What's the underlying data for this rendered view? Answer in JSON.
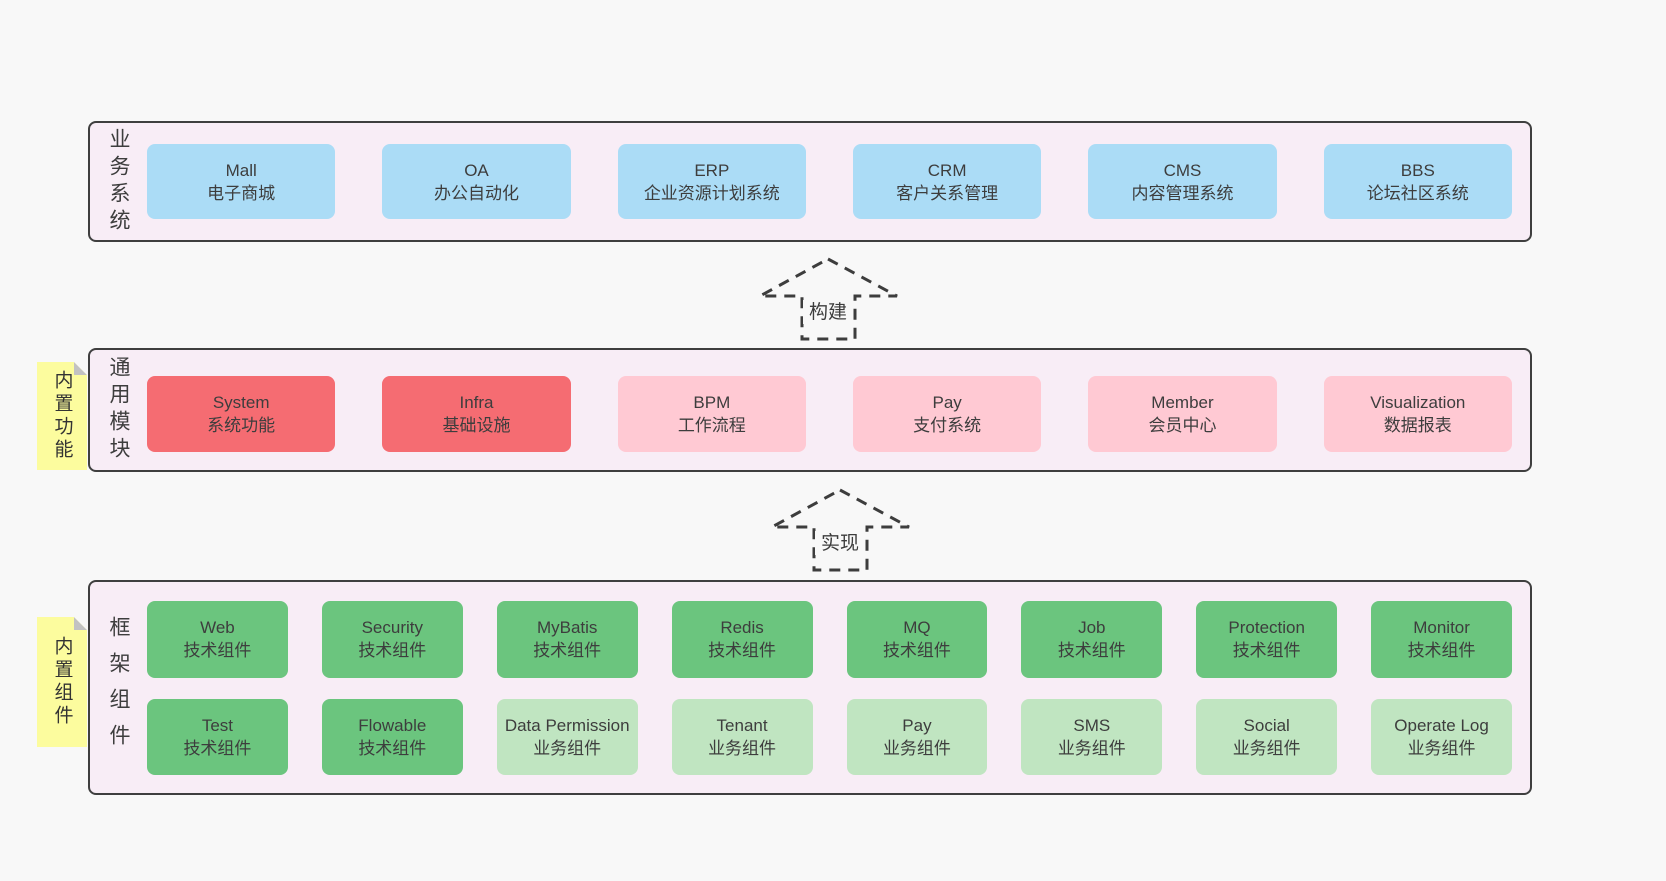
{
  "colors": {
    "page_bg": "#f8f8f8",
    "panel_bg": "#f8edf6",
    "panel_border": "#3f3f3f",
    "blue_box": "#abdcf6",
    "red_box": "#f56c72",
    "pink_box": "#ffc9d3",
    "green_dark_box": "#6bc57e",
    "green_light_box": "#c0e5c1",
    "sticky_yellow": "#fcfc9e",
    "sticky_fold_gray": "#c2c2c2",
    "text": "#3d3d3d"
  },
  "arrows": [
    {
      "label": "构建"
    },
    {
      "label": "实现"
    }
  ],
  "sections": {
    "business": {
      "side_label": "业务系统",
      "boxes": [
        {
          "title": "Mall",
          "subtitle": "电子商城"
        },
        {
          "title": "OA",
          "subtitle": "办公自动化"
        },
        {
          "title": "ERP",
          "subtitle": "企业资源计划系统"
        },
        {
          "title": "CRM",
          "subtitle": "客户关系管理"
        },
        {
          "title": "CMS",
          "subtitle": "内容管理系统"
        },
        {
          "title": "BBS",
          "subtitle": "论坛社区系统"
        }
      ]
    },
    "common": {
      "side_label": "通用模块",
      "sticky_label": "内置功能",
      "boxes": [
        {
          "title": "System",
          "subtitle": "系统功能"
        },
        {
          "title": "Infra",
          "subtitle": "基础设施"
        },
        {
          "title": "BPM",
          "subtitle": "工作流程"
        },
        {
          "title": "Pay",
          "subtitle": "支付系统"
        },
        {
          "title": "Member",
          "subtitle": "会员中心"
        },
        {
          "title": "Visualization",
          "subtitle": "数据报表"
        }
      ]
    },
    "framework": {
      "side_label": "框架组件",
      "sticky_label": "内置组件",
      "rows": [
        [
          {
            "title": "Web",
            "subtitle": "技术组件"
          },
          {
            "title": "Security",
            "subtitle": "技术组件"
          },
          {
            "title": "MyBatis",
            "subtitle": "技术组件"
          },
          {
            "title": "Redis",
            "subtitle": "技术组件"
          },
          {
            "title": "MQ",
            "subtitle": "技术组件"
          },
          {
            "title": "Job",
            "subtitle": "技术组件"
          },
          {
            "title": "Protection",
            "subtitle": "技术组件"
          },
          {
            "title": "Monitor",
            "subtitle": "技术组件"
          }
        ],
        [
          {
            "title": "Test",
            "subtitle": "技术组件"
          },
          {
            "title": "Flowable",
            "subtitle": "技术组件"
          },
          {
            "title": "Data Permission",
            "subtitle": "业务组件"
          },
          {
            "title": "Tenant",
            "subtitle": "业务组件"
          },
          {
            "title": "Pay",
            "subtitle": "业务组件"
          },
          {
            "title": "SMS",
            "subtitle": "业务组件"
          },
          {
            "title": "Social",
            "subtitle": "业务组件"
          },
          {
            "title": "Operate Log",
            "subtitle": "业务组件"
          }
        ]
      ]
    }
  }
}
